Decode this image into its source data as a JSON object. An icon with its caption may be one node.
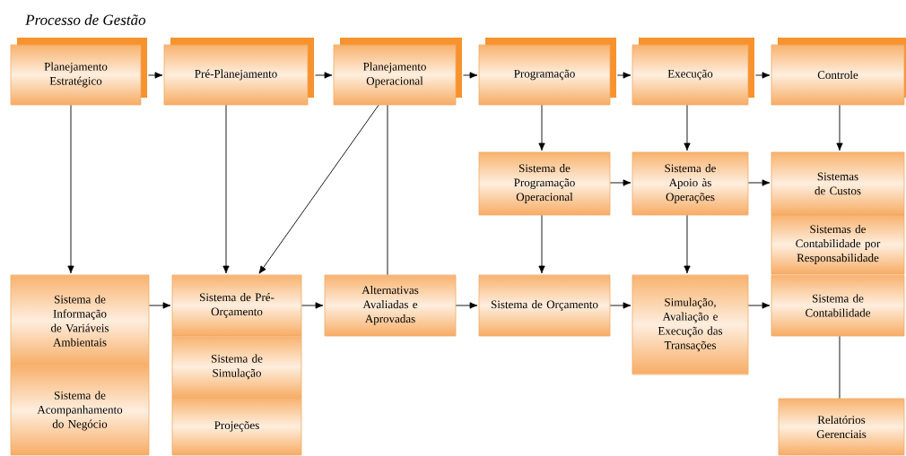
{
  "diagram": {
    "title": "Processo de Gestão",
    "nodes": [
      {
        "text": [
          "Planejamento Estratégico"
        ]
      },
      {
        "text": [
          "Pré-Planejamento"
        ]
      },
      {
        "text": [
          "Planejamento Operacional"
        ]
      },
      {
        "text": [
          "Programação"
        ]
      },
      {
        "text": [
          "Execução"
        ]
      },
      {
        "text": [
          "Controle"
        ]
      },
      {
        "text": [
          "Sistema de Programação Operacional"
        ]
      },
      {
        "text": [
          "Sistema de Apoio às Operações"
        ]
      },
      {
        "text": [
          "Sistemas de Custos"
        ]
      },
      {
        "text": [
          "Sistemas de Contabilidade por Responsabilidade"
        ]
      },
      {
        "text": [
          "Sistema de Informação de Variáveis Ambientais"
        ]
      },
      {
        "text": [
          "Sistema de Acompanhamento do Negócio"
        ]
      },
      {
        "text": [
          "Sistema de Pré-Orçamento"
        ]
      },
      {
        "text": [
          "Sistema de Simulação"
        ]
      },
      {
        "text": [
          "Projeções"
        ]
      },
      {
        "text": [
          "Alternativas Avaliadas e Aprovadas"
        ]
      },
      {
        "text": [
          "Sistema de Orçamento"
        ]
      },
      {
        "text": [
          "Simulação, Avaliação e Execução das Transações"
        ]
      },
      {
        "text": [
          "Sistema de Contabilidade"
        ]
      },
      {
        "text": [
          "Relatórios Gerenciais"
        ]
      }
    ],
    "edges": [
      {
        "from": 0,
        "to": 1,
        "arrow": "to"
      },
      {
        "from": 1,
        "to": 2,
        "arrow": "to"
      },
      {
        "from": 2,
        "to": 3,
        "arrow": "to"
      },
      {
        "from": 3,
        "to": 4,
        "arrow": "to"
      },
      {
        "from": 4,
        "to": 5,
        "arrow": "to"
      },
      {
        "from": 0,
        "to": 10,
        "arrow": "to"
      },
      {
        "from": 1,
        "to": 12,
        "arrow": "to"
      },
      {
        "from": 2,
        "to": 12,
        "arrow": "to"
      },
      {
        "from": 2,
        "to": 15,
        "arrow": "none"
      },
      {
        "from": 3,
        "to": 6,
        "arrow": "to"
      },
      {
        "from": 4,
        "to": 7,
        "arrow": "to"
      },
      {
        "from": 5,
        "to": 8,
        "arrow": "to"
      },
      {
        "from": 6,
        "to": 7,
        "arrow": "to"
      },
      {
        "from": 7,
        "to": 8,
        "arrow": "to"
      },
      {
        "from": 6,
        "to": 16,
        "arrow": "to"
      },
      {
        "from": 7,
        "to": 17,
        "arrow": "to"
      },
      {
        "from": 10,
        "to": 12,
        "arrow": "to"
      },
      {
        "from": 12,
        "to": 15,
        "arrow": "to"
      },
      {
        "from": 15,
        "to": 16,
        "arrow": "to"
      },
      {
        "from": 16,
        "to": 17,
        "arrow": "to"
      },
      {
        "from": 17,
        "to": 18,
        "arrow": "to"
      },
      {
        "from": 18,
        "to": 19,
        "arrow": "none"
      }
    ]
  }
}
